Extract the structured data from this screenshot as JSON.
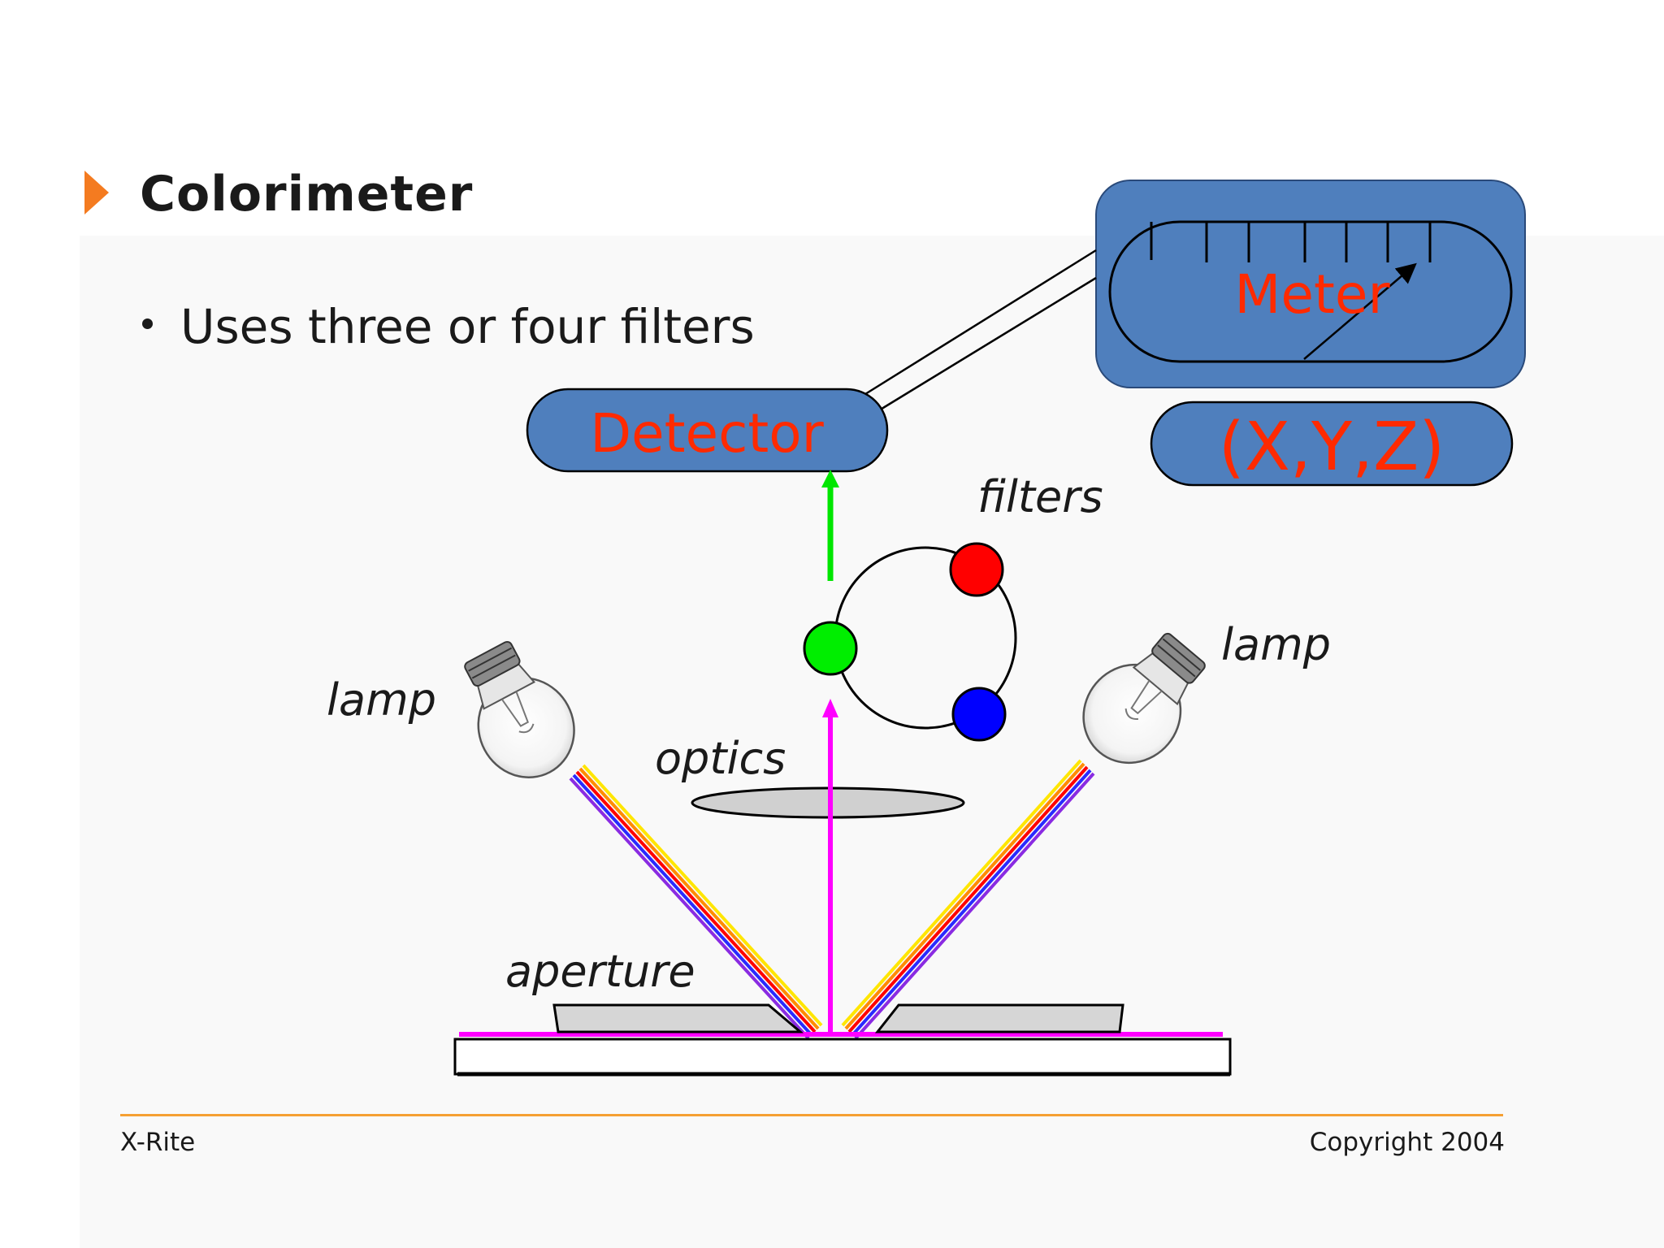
{
  "slide": {
    "title": "Colorimeter",
    "bullets": [
      "Uses three or four filters"
    ]
  },
  "diagram": {
    "detector_label": "Detector",
    "meter_label": "Meter",
    "output_label": "(X,Y,Z)",
    "filters_label": "filters",
    "lamp_left_label": "lamp",
    "lamp_right_label": "lamp",
    "optics_label": "optics",
    "aperture_label": "aperture",
    "colors": {
      "box_fill": "#4f7fbd",
      "label_red": "#ff2a00",
      "beam_magenta": "#ff00ff",
      "beam_green": "#00e600",
      "filter_red": "#ff0000",
      "filter_green": "#00ee00",
      "filter_blue": "#0000ff",
      "accent_orange": "#f47b20"
    }
  },
  "footer": {
    "left": "X-Rite",
    "right": "Copyright  2004"
  }
}
